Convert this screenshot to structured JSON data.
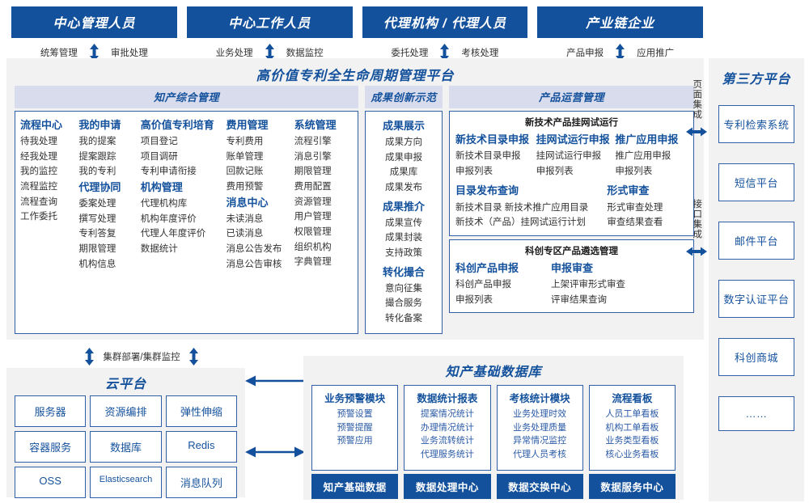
{
  "actors": [
    {
      "title": "中心管理人员",
      "acts": [
        "统筹管理",
        "审批处理"
      ]
    },
    {
      "title": "中心工作人员",
      "acts": [
        "业务处理",
        "数据监控"
      ]
    },
    {
      "title": "代理机构 / 代理人员",
      "acts": [
        "委托处理",
        "考核处理"
      ]
    },
    {
      "title": "产业链企业",
      "acts": [
        "产品申报",
        "应用推广"
      ]
    }
  ],
  "platform": {
    "title": "高价值专利全生命周期管理平台",
    "zones": {
      "zhichan": {
        "title": "知产综合管理",
        "columns": [
          {
            "groups": [
              {
                "name": "流程中心",
                "items": [
                  "待我处理",
                  "经我处理",
                  "我的监控",
                  "流程监控",
                  "流程查询",
                  "工作委托"
                ]
              }
            ]
          },
          {
            "groups": [
              {
                "name": "我的申请",
                "items": [
                  "我的提案",
                  "提案跟踪",
                  "我的专利"
                ]
              },
              {
                "name": "代理协同",
                "items": [
                  "委案处理",
                  "撰写处理",
                  "专利答复",
                  "期限管理",
                  "机构信息"
                ]
              }
            ]
          },
          {
            "groups": [
              {
                "name": "高价值专利培育",
                "items": [
                  "项目登记",
                  "项目调研",
                  "专利申请衔接"
                ]
              },
              {
                "name": "机构管理",
                "items": [
                  "代理机构库",
                  "机构年度评价",
                  "代理人年度评价",
                  "数据统计"
                ]
              }
            ]
          },
          {
            "groups": [
              {
                "name": "费用管理",
                "items": [
                  "专利费用",
                  "账单管理",
                  "回款记账",
                  "费用预警"
                ]
              },
              {
                "name": "消息中心",
                "items": [
                  "未读消息",
                  "已读消息",
                  "消息公告发布",
                  "消息公告审核"
                ]
              }
            ]
          },
          {
            "groups": [
              {
                "name": "系统管理",
                "items": [
                  "流程引擎",
                  "消息引擎",
                  "期限管理",
                  "费用配置",
                  "资源管理",
                  "用户管理",
                  "权限管理",
                  "组织机构",
                  "字典管理"
                ]
              }
            ]
          }
        ]
      },
      "chengguo": {
        "title": "成果创新示范",
        "groups": [
          {
            "name": "成果展示",
            "items": [
              "成果方向",
              "成果申报",
              "成果库",
              "成果发布"
            ]
          },
          {
            "name": "成果推介",
            "items": [
              "成果宣传",
              "成果封装",
              "支持政策"
            ]
          },
          {
            "name": "转化撮合",
            "items": [
              "意向征集",
              "撮合服务",
              "转化备案"
            ]
          }
        ]
      },
      "chanpin": {
        "title": "产品运营管理",
        "subboxes": [
          {
            "title": "新技术产品挂网试运行",
            "rows": [
              {
                "cells": [
                  {
                    "name": "新技术目录申报",
                    "items": [
                      "新技术目录申报",
                      "申报列表"
                    ]
                  },
                  {
                    "name": "挂网试运行申报",
                    "items": [
                      "挂网试运行申报",
                      "申报列表"
                    ]
                  },
                  {
                    "name": "推广应用申报",
                    "items": [
                      "推广应用申报",
                      "申报列表"
                    ]
                  }
                ]
              },
              {
                "cells": [
                  {
                    "name": "目录发布查询",
                    "items": [
                      "新技术目录    新技术推广应用目录",
                      "新技术（产品）挂网试运行计划"
                    ]
                  },
                  {
                    "name": "形式审查",
                    "items": [
                      "形式审查处理",
                      "审查结果查看"
                    ]
                  }
                ]
              }
            ]
          },
          {
            "title": "科创专区产品遴选管理",
            "rows": [
              {
                "cells": [
                  {
                    "name": "科创产品申报",
                    "items": [
                      "科创产品申报",
                      "申报列表"
                    ]
                  },
                  {
                    "name": "申报审查",
                    "items": [
                      "上架评审形式审查",
                      "评审结果查询"
                    ]
                  }
                ]
              }
            ]
          }
        ]
      }
    }
  },
  "integration": {
    "page": "页面集成",
    "api": "接口集成"
  },
  "third_party": {
    "title": "第三方平台",
    "items": [
      "专利检索系统",
      "短信平台",
      "邮件平台",
      "数字认证平台",
      "科创商城",
      "……"
    ]
  },
  "cluster_label": "集群部署/集群监控",
  "cloud": {
    "title": "云平台",
    "cells": [
      "服务器",
      "资源编排",
      "弹性伸缩",
      "容器服务",
      "数据库",
      "Redis",
      "OSS",
      "Elasticsearch",
      "消息队列"
    ]
  },
  "database": {
    "title": "知产基础数据库",
    "cards": [
      {
        "header": "业务预警模块",
        "items": [
          "预警设置",
          "预警提醒",
          "预警应用"
        ],
        "footer": "知产基础数据"
      },
      {
        "header": "数据统计报表",
        "items": [
          "提案情况统计",
          "办理情况统计",
          "业务流转统计",
          "代理服务统计"
        ],
        "footer": "数据处理中心"
      },
      {
        "header": "考核统计模块",
        "items": [
          "业务处理时效",
          "业务处理质量",
          "异常情况监控",
          "代理人员考核"
        ],
        "footer": "数据交换中心"
      },
      {
        "header": "流程看板",
        "items": [
          "人员工单看板",
          "机构工单看板",
          "业务类型看板",
          "核心业务看板"
        ],
        "footer": "数据服务中心"
      }
    ]
  },
  "colors": {
    "brand_dark": "#14519c",
    "band": "#d9dcec",
    "panel": "#f2f2f2",
    "border": "#2f5fa8"
  }
}
